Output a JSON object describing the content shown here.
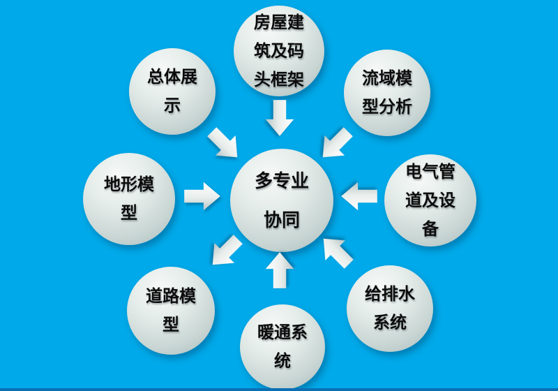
{
  "colors": {
    "background": "#00a9e9",
    "bottom_strip": "#0b6fb4",
    "circle_gradient_light": "#f6f9f7",
    "circle_gradient_dark": "#a7b9bb",
    "arrow_gradient_light": "#ffffff",
    "arrow_gradient_dark": "#b7c4c5",
    "text": "#0c0c0c"
  },
  "diagram": {
    "center": {
      "label": "多专业协同",
      "lines": [
        "多专业",
        "协同"
      ]
    },
    "nodes": {
      "top": {
        "label": "房屋建筑及码头框架",
        "lines": [
          "房屋建",
          "筑及码",
          "头框架"
        ]
      },
      "top_left": {
        "label": "总体展示",
        "lines": [
          "总体展",
          "示"
        ]
      },
      "top_right": {
        "label": "流域模型分析",
        "lines": [
          "流域模",
          "型分析"
        ]
      },
      "left": {
        "label": "地形模型",
        "lines": [
          "地形模",
          "型"
        ]
      },
      "right": {
        "label": "电气管道及设备",
        "lines": [
          "电气管",
          "道及设",
          "备"
        ]
      },
      "bottom_left": {
        "label": "道路模型",
        "lines": [
          "道路模",
          "型"
        ]
      },
      "bottom": {
        "label": "暖通系统",
        "lines": [
          "暖通系",
          "统"
        ]
      },
      "bottom_right": {
        "label": "给排水系统",
        "lines": [
          "给排水",
          "系统"
        ]
      }
    },
    "arrows": [
      {
        "name": "arrow-top",
        "direction": "down"
      },
      {
        "name": "arrow-top-left",
        "direction": "down-right"
      },
      {
        "name": "arrow-top-right",
        "direction": "down-left"
      },
      {
        "name": "arrow-left",
        "direction": "right"
      },
      {
        "name": "arrow-right",
        "direction": "left"
      },
      {
        "name": "arrow-bottom-left",
        "direction": "down-left"
      },
      {
        "name": "arrow-bottom",
        "direction": "up"
      },
      {
        "name": "arrow-bottom-right",
        "direction": "up-left"
      }
    ]
  }
}
